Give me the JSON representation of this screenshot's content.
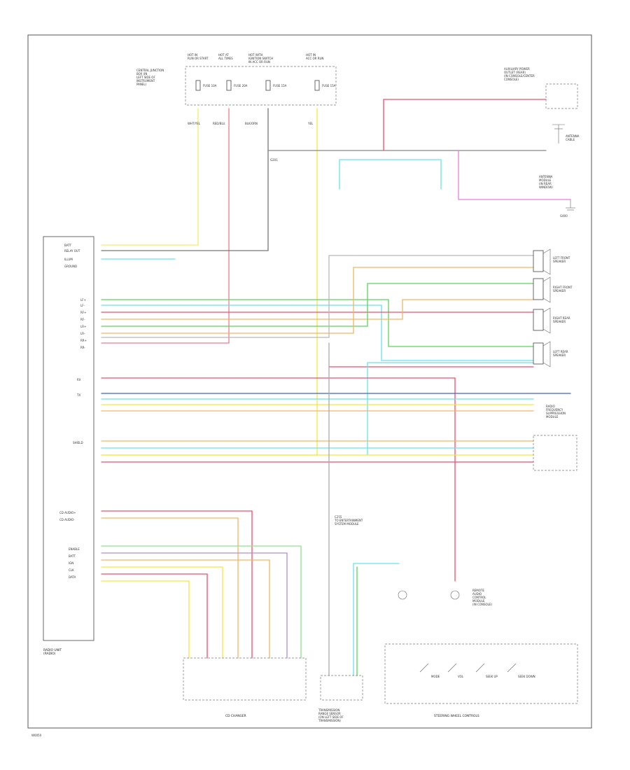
{
  "diagram": {
    "footer_code": "W0050",
    "radio_unit": "RADIO UNIT\n(RADIO)",
    "fuse_boxes": [
      "CENTRAL JUNCTION\nBOX (IN\nLEFT SIDE OF\nINSTRUMENT\nPANEL)",
      "HOT IN\nRUN OR START",
      "HOT AT\nALL TIMES",
      "HOT WITH\nIGNITION SWITCH\nIN ACC OR RUN",
      "HOT IN\nACC OR RUN"
    ],
    "fuses": [
      "FUSE 10A",
      "FUSE 20A",
      "FUSE 15A",
      "FUSE 15A"
    ],
    "top_wire_labels": [
      "WHT/YEL",
      "RED/BLU",
      "BLK/ORN",
      "YEL"
    ],
    "antenna_label": "ANTENNA\nCABLE",
    "antenna_module": "ANTENNA\nMODULE\n(IN REAR\nWINDOW)",
    "ground_left": "G201",
    "ground_right": "G400",
    "right_top_module": "AUXILIARY POWER\nOUTLET (REAR)\n(IN CONSOLE/CENTER\nCONSOLE)",
    "speakers": [
      "LEFT FRONT\nSPEAKER",
      "RIGHT FRONT\nSPEAKER",
      "RIGHT REAR\nSPEAKER",
      "LEFT REAR\nSPEAKER"
    ],
    "bottom_right_module": "RADIO\nFREQUENCY\nSUPPRESSION\nMODULE",
    "amp_module": "REMOTE\nAUDIO\nCONTROL\nMODULE\n(IN CONSOLE)",
    "center_connector": "C255\nTO ENTERTAINMENT\nSYSTEM MODULE",
    "cd_changer": "CD CHANGER",
    "transmission": "TRANSMISSION\nRANGE SENSOR\n(ON LEFT SIDE OF\nTRANSMISSION)",
    "steering_controls": "STEERING WHEEL CONTROLS",
    "switch_labels": [
      "MODE",
      "VOL",
      "SEEK UP",
      "SEEK DOWN"
    ],
    "radio_pins_top": [
      "BATT",
      "RELAY OUT",
      "ILLUM",
      "GROUND"
    ],
    "radio_pins_mid": [
      "LF+",
      "LF-",
      "RF+",
      "RF-",
      "LR+",
      "LR-",
      "RR+",
      "RR-"
    ],
    "radio_pins_bottom": [
      "RX",
      "TX",
      "SHIELD",
      "CD AUDIO+",
      "CD AUDIO-",
      "ENABLE",
      "BATT",
      "IGN",
      "CLK",
      "DATA"
    ]
  },
  "colors": {
    "wht_yel": "#f2ec6a",
    "red_blu": "#f07a8a",
    "blk_orn": "#777777",
    "yel": "#f3e93f",
    "red": "#ef4f6a",
    "cyan": "#68e2ef",
    "green": "#5cd35c",
    "orange": "#f5b365",
    "blue": "#4260d8",
    "gray": "#b8b8b8",
    "pink": "#ee7be0",
    "purple": "#b08ddc",
    "light_green": "#8fe08f",
    "dark_green": "#2f8a3a"
  }
}
